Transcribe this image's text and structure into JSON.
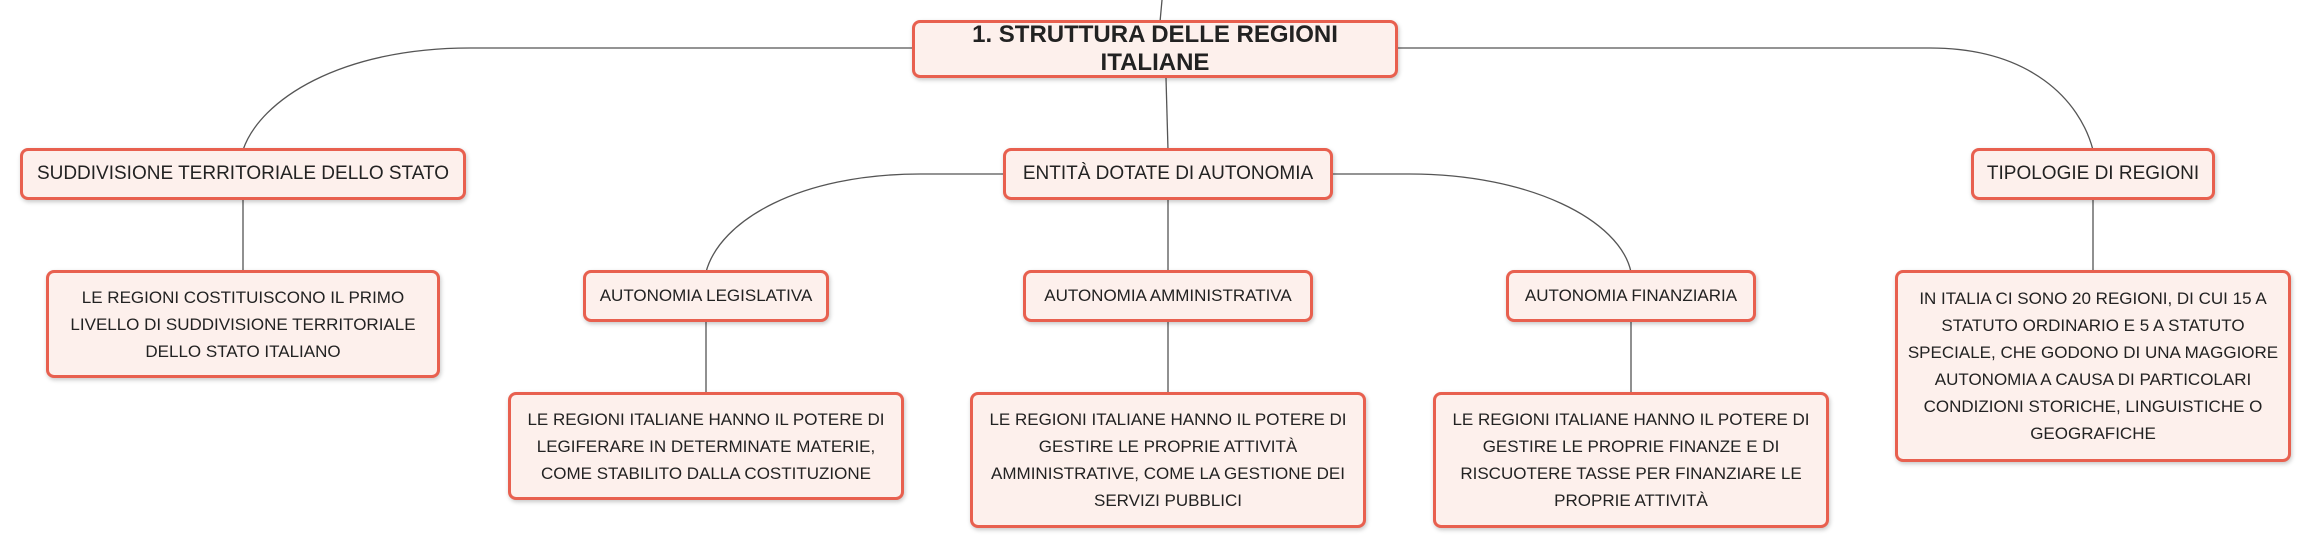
{
  "map": {
    "root": "1. STRUTTURA DELLE REGIONI ITALIANE",
    "suddivisione": {
      "label": "SUDDIVISIONE TERRITORIALE DELLO STATO",
      "detail": "LE REGIONI COSTITUISCONO IL PRIMO LIVELLO DI SUDDIVISIONE TERRITORIALE DELLO STATO ITALIANO"
    },
    "autonomia": {
      "label": "ENTITÀ DOTATE DI AUTONOMIA",
      "legislativa": {
        "label": "AUTONOMIA LEGISLATIVA",
        "detail": "LE REGIONI ITALIANE HANNO IL POTERE DI LEGIFERARE IN DETERMINATE MATERIE, COME STABILITO DALLA COSTITUZIONE"
      },
      "amministrativa": {
        "label": "AUTONOMIA AMMINISTRATIVA",
        "detail": "LE REGIONI ITALIANE HANNO IL POTERE DI GESTIRE LE PROPRIE ATTIVITÀ AMMINISTRATIVE, COME LA GESTIONE DEI SERVIZI PUBBLICI"
      },
      "finanziaria": {
        "label": "AUTONOMIA FINANZIARIA",
        "detail": "LE REGIONI ITALIANE HANNO IL POTERE DI GESTIRE LE PROPRIE FINANZE E DI RISCUOTERE TASSE PER FINANZIARE LE PROPRIE ATTIVITÀ"
      }
    },
    "tipologie": {
      "label": "TIPOLOGIE DI REGIONI",
      "detail": "IN ITALIA CI SONO 20 REGIONI, DI CUI 15 A STATUTO ORDINARIO E 5 A STATUTO SPECIALE, CHE GODONO DI UNA MAGGIORE AUTONOMIA A CAUSA DI PARTICOLARI CONDIZIONI STORICHE, LINGUISTICHE O GEOGRAFICHE"
    }
  },
  "colors": {
    "node_border": "#e8604f",
    "node_fill": "#fdf0ec",
    "connector": "#555555"
  }
}
